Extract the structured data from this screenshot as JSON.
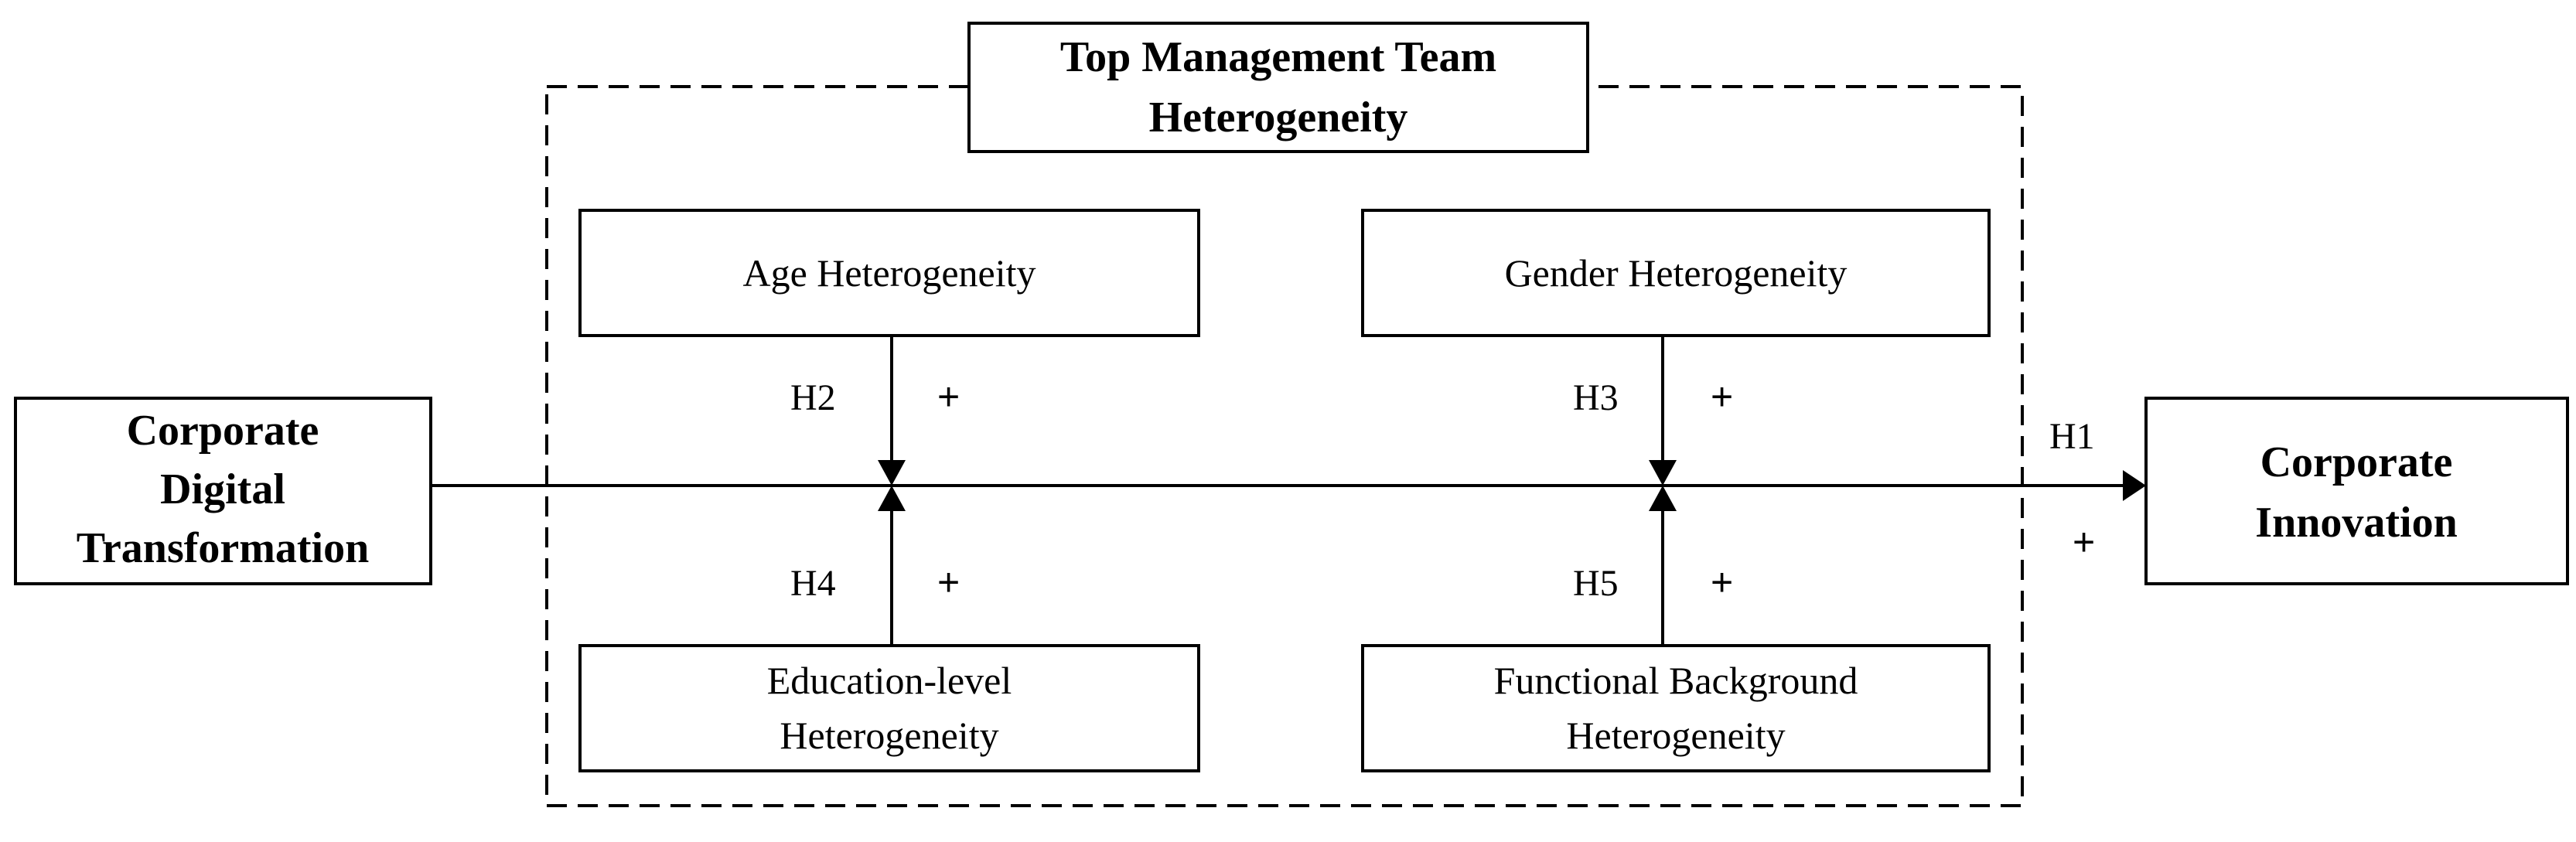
{
  "diagram": {
    "moderator_group": {
      "title_line1": "Top Management Team",
      "title_line2": "Heterogeneity"
    },
    "independent_variable": {
      "line1": "Corporate",
      "line2": "Digital",
      "line3": "Transformation"
    },
    "dependent_variable": {
      "line1": "Corporate",
      "line2": "Innovation"
    },
    "moderators": {
      "age": {
        "line1": "Age Heterogeneity"
      },
      "gender": {
        "line1": "Gender Heterogeneity"
      },
      "education": {
        "line1": "Education-level",
        "line2": "Heterogeneity"
      },
      "functional": {
        "line1": "Functional Background",
        "line2": "Heterogeneity"
      }
    },
    "hypotheses": {
      "h1": {
        "label": "H1",
        "sign": "+"
      },
      "h2": {
        "label": "H2",
        "sign": "+"
      },
      "h3": {
        "label": "H3",
        "sign": "+"
      },
      "h4": {
        "label": "H4",
        "sign": "+"
      },
      "h5": {
        "label": "H5",
        "sign": "+"
      }
    }
  }
}
